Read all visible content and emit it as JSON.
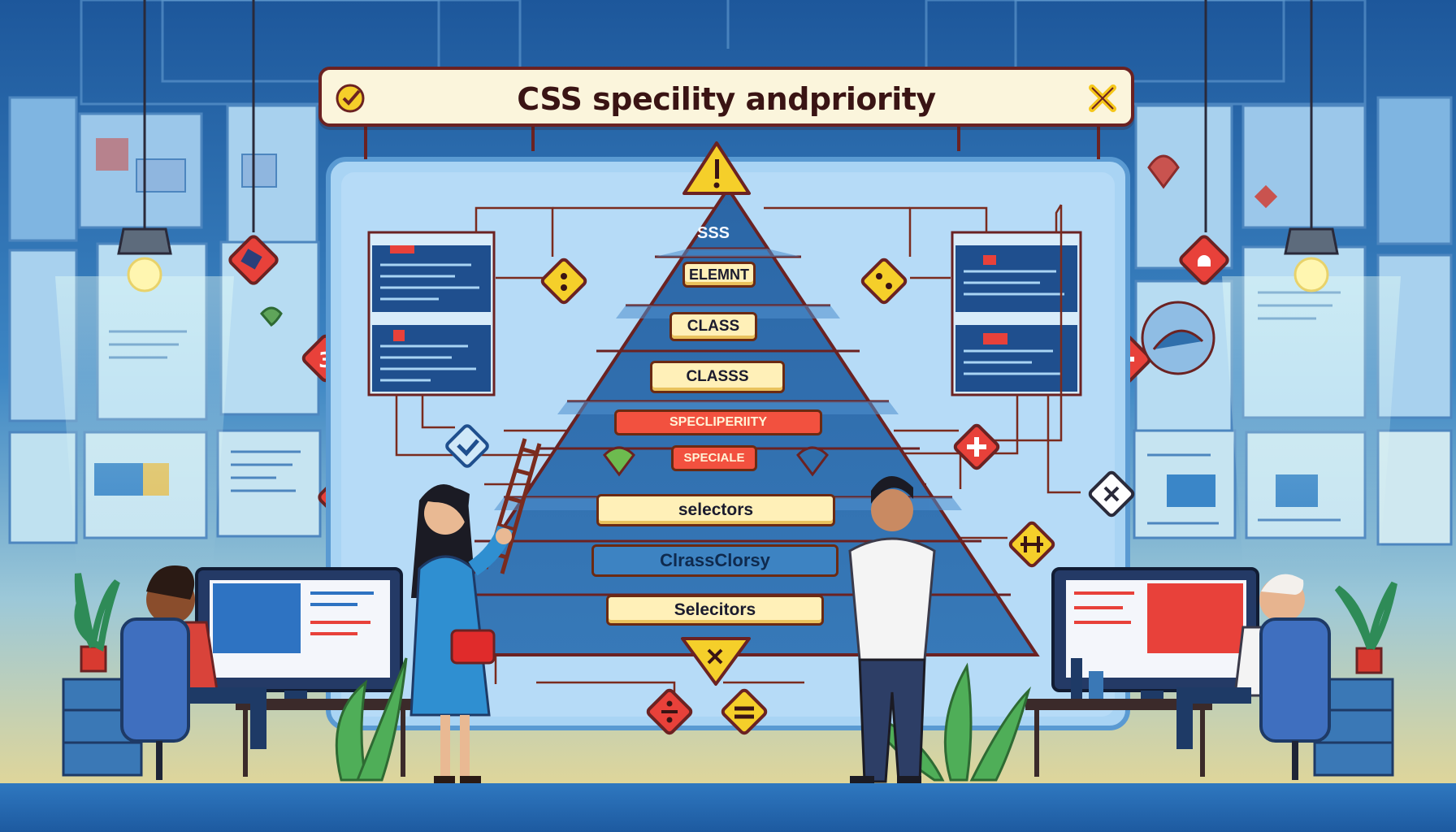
{
  "title": "CSS specility andpriority",
  "pyramid": {
    "top_label": "SSS",
    "tiers": [
      "ELEMNT",
      "CLASS",
      "CLASSS",
      "SPECLIPERIITY",
      "SPECIALE",
      "selectors",
      "ClrassClorsy",
      "Selecitors"
    ]
  },
  "colors": {
    "background_top": "#1e5a9e",
    "background_bottom": "#f0d98a",
    "panel": "#a9d4f4",
    "pyramid": "#2f6fac",
    "banner": "#fbf5dc",
    "outline": "#6b2222",
    "accent_yellow": "#f5cf2a",
    "accent_red": "#e8413a"
  },
  "icons": {
    "banner_left": "check-icon",
    "banner_right": "close-icon",
    "pyramid_top": "warning-icon",
    "pyramid_bottom": "warning-icon"
  }
}
